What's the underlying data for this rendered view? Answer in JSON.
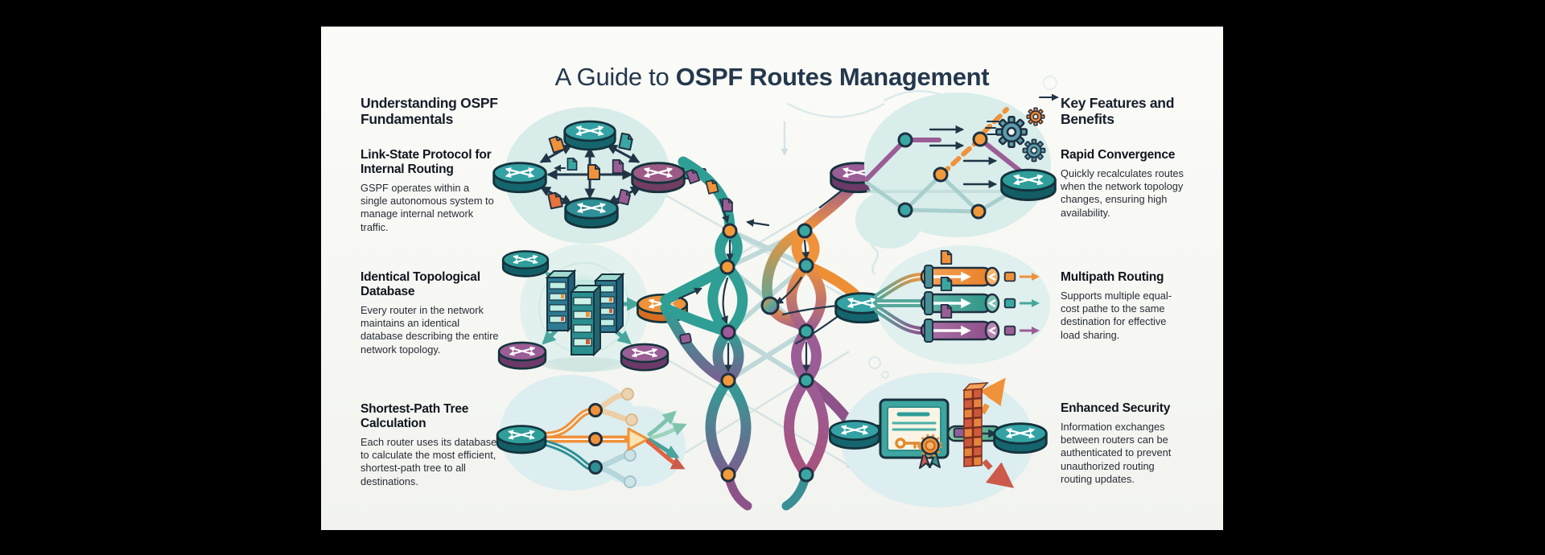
{
  "title": {
    "prefix": "A Guide to ",
    "emphasis": "OSPF Routes Management"
  },
  "left_column": {
    "heading": "Understanding OSPF Fundamentals",
    "sections": [
      {
        "title": "Link-State Protocol for Internal Routing",
        "body": "GSPF operates within a single autonomous system to manage internal network traffic."
      },
      {
        "title": "Identical Topological Database",
        "body": "Every router in the network maintains an identical database describing the entire network topology."
      },
      {
        "title": "Shortest-Path Tree Calculation",
        "body": "Each router uses its database to calculate the most efficient, shortest-path tree to all destinations."
      }
    ]
  },
  "right_column": {
    "heading": "Key Features and Benefits",
    "sections": [
      {
        "title": "Rapid Convergence",
        "body": "Quickly recalculates routes when the network topology changes, ensuring high availability."
      },
      {
        "title": "Multipath Routing",
        "body": "Supports multiple equal-cost pathe to the same destination for effective load sharing."
      },
      {
        "title": "Enhanced Security",
        "body": "Information exchanges between routers can be authenticated to prevent unauthorized routing routing updates."
      }
    ]
  },
  "diagram": {
    "clusters": [
      {
        "name": "link-state-exchange-illustration"
      },
      {
        "name": "topology-database-sync-illustration"
      },
      {
        "name": "shortest-path-tree-illustration"
      },
      {
        "name": "core-route-mesh-illustration"
      },
      {
        "name": "rapid-convergence-illustration"
      },
      {
        "name": "multipath-pipes-illustration"
      },
      {
        "name": "security-certificate-illustration"
      }
    ],
    "colors": {
      "background": "#000000",
      "panel": "#f8f8f5",
      "title": "#24384d",
      "teal": "#2f9e94",
      "orange": "#f0923a",
      "purple": "#9a5d96",
      "red": "#cc5a4a",
      "dark_outline": "#1e3040",
      "blob": "#d9edeb"
    }
  }
}
